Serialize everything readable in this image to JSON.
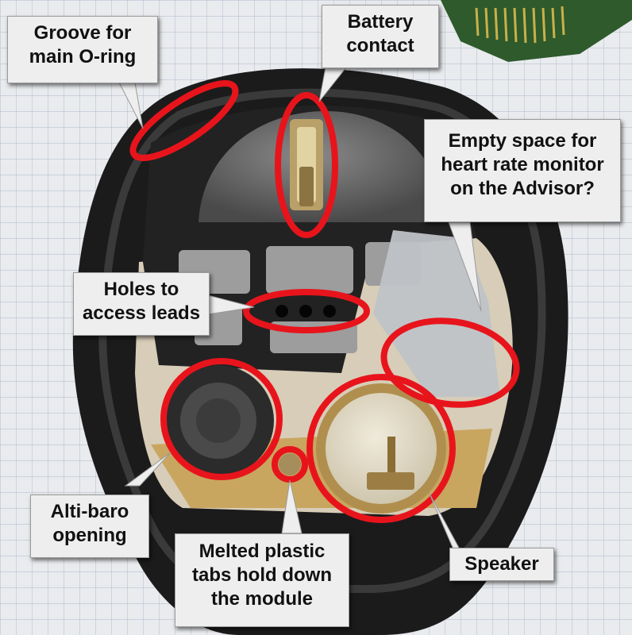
{
  "callouts": {
    "groove": {
      "line1": "Groove for",
      "line2": "main O-ring"
    },
    "battery": {
      "line1": "Battery",
      "line2": "contact"
    },
    "empty_space": {
      "line1": "Empty space for",
      "line2": "heart rate monitor",
      "line3": "on the Advisor?"
    },
    "holes": {
      "line1": "Holes to",
      "line2": "access leads"
    },
    "altibaro": {
      "line1": "Alti-baro",
      "line2": "opening"
    },
    "melted": {
      "line1": "Melted plastic",
      "line2": "tabs hold down",
      "line3": "the module"
    },
    "speaker": {
      "line1": "Speaker"
    }
  },
  "colors": {
    "highlight_ring": "#e8141c",
    "callout_fill": "#eeeeee",
    "grid_paper": "#e9ebee",
    "watch_body": "#1b1b1b",
    "gold_pcb": "#c9a660"
  }
}
